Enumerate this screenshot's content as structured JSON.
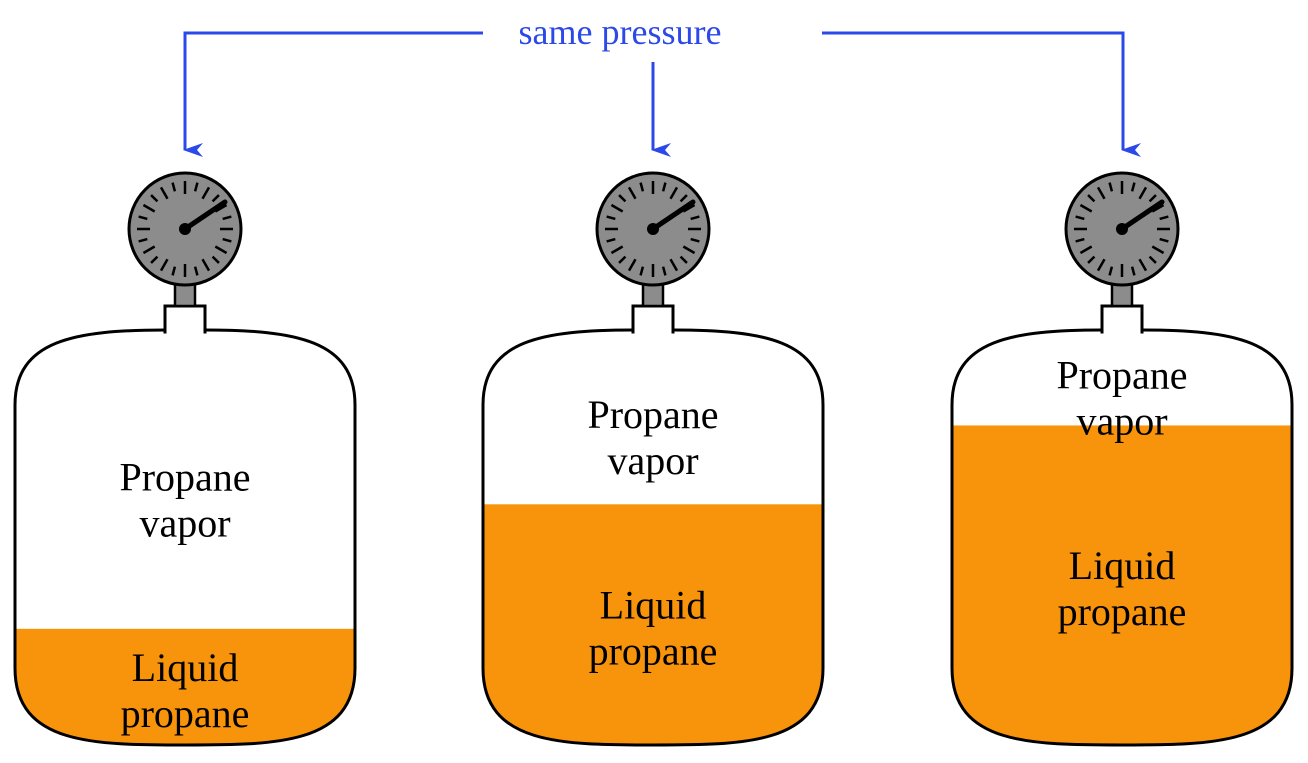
{
  "caption": {
    "text": "same pressure",
    "color": "#2b49e8"
  },
  "colors": {
    "liquid": "#f7940b",
    "gauge_face": "#8c8c8c",
    "gauge_stem": "#8c8c8c",
    "outline": "#000000",
    "arrow": "#2b49e8"
  },
  "tanks": [
    {
      "id": "tank-1",
      "liquid_fill_fraction": 0.28,
      "vapor_label": [
        "Propane",
        "vapor"
      ],
      "liquid_label": [
        "Liquid",
        "propane"
      ]
    },
    {
      "id": "tank-2",
      "liquid_fill_fraction": 0.58,
      "vapor_label": [
        "Propane",
        "vapor"
      ],
      "liquid_label": [
        "Liquid",
        "propane"
      ]
    },
    {
      "id": "tank-3",
      "liquid_fill_fraction": 0.77,
      "vapor_label": [
        "Propane",
        "vapor"
      ],
      "liquid_label": [
        "Liquid",
        "propane"
      ]
    }
  ]
}
